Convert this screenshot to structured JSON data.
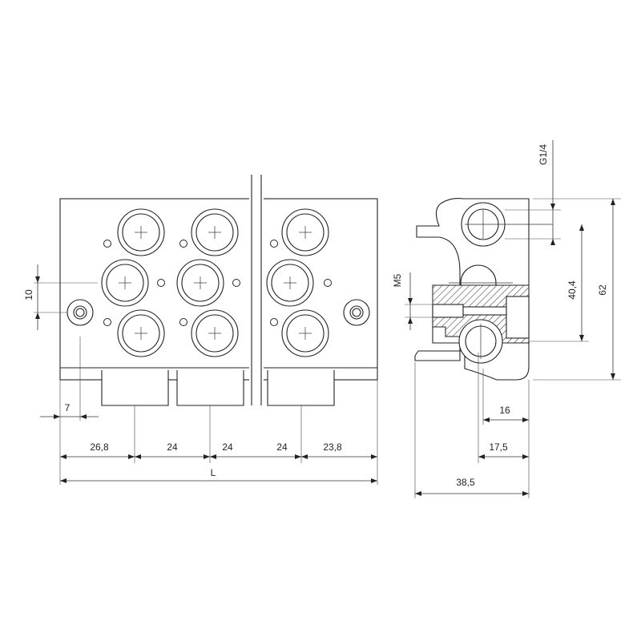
{
  "front_view": {
    "dims": {
      "height_10": "10",
      "offset_7": "7",
      "pitch_first": "26,8",
      "pitch_a": "24",
      "pitch_b": "24",
      "pitch_c": "24",
      "pitch_last": "23,8",
      "length": "L"
    }
  },
  "side_view": {
    "dims": {
      "thread_g14": "G1/4",
      "thread_m5": "M5",
      "height_40_4": "40,4",
      "height_62": "62",
      "width_16": "16",
      "width_17_5": "17,5",
      "width_38_5": "38,5"
    }
  }
}
